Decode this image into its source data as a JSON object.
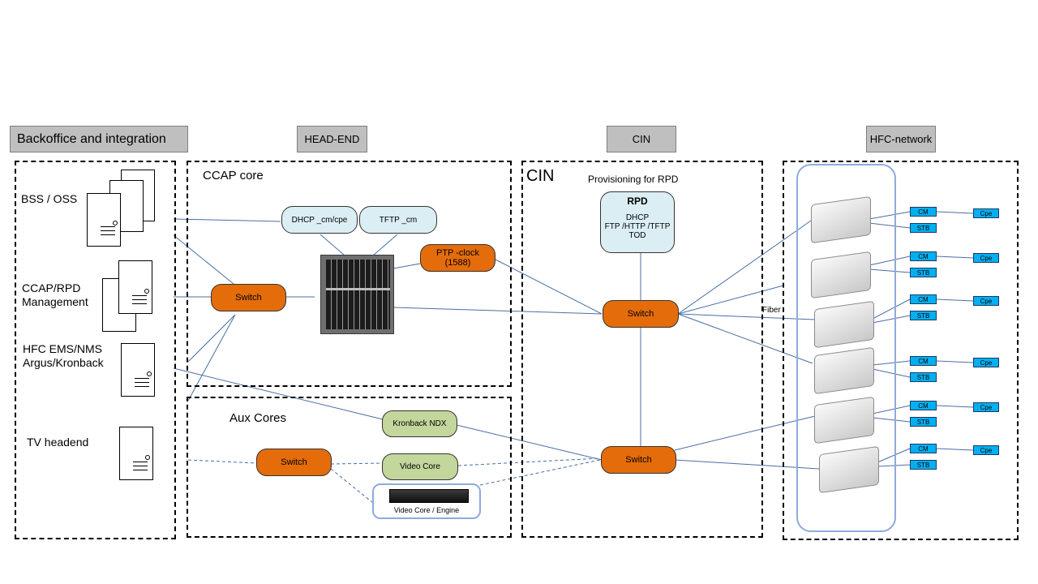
{
  "columns": {
    "backoffice": "Backoffice and integration",
    "headend": "HEAD-END",
    "cin": "CIN",
    "hfc": "HFC-network"
  },
  "backoffice": {
    "bss_oss": "BSS / OSS",
    "ccap_rpd_mgmt_line1": "CCAP/RPD",
    "ccap_rpd_mgmt_line2": "Management",
    "hfc_ems_line1": "HFC EMS/NMS",
    "hfc_ems_line2": "Argus/Kronback",
    "tv_headend": "TV headend"
  },
  "ccap": {
    "title": "CCAP  core",
    "dhcp": "DHCP _cm/cpe",
    "tftp": "TFTP _cm",
    "ptp_line1": "PTP -clock",
    "ptp_line2": "(1588)",
    "switch": "Switch"
  },
  "aux": {
    "title": "Aux  Cores",
    "kronback": "Kronback NDX",
    "video_core": "Video Core",
    "switch": "Switch",
    "video_engine": "Video Core / Engine"
  },
  "cin_panel": {
    "title": "CIN",
    "provisioning": "Provisioning  for RPD",
    "rpd_title": "RPD",
    "rpd_line1": "DHCP",
    "rpd_line2": "FTP /HTTP /TFTP",
    "rpd_line3": "TOD",
    "switch_top": "Switch",
    "switch_bottom": "Switch"
  },
  "hfc": {
    "fiber": "Fiber",
    "nodes": [
      {
        "cm": "CM",
        "stb": "STB",
        "cpe": "Cpe"
      },
      {
        "cm": "CM",
        "stb": "STB",
        "cpe": "Cpe"
      },
      {
        "cm": "CM",
        "stb": "STB",
        "cpe": "Cpe"
      },
      {
        "cm": "CM",
        "stb": "STB",
        "cpe": "Cpe"
      },
      {
        "cm": "CM",
        "stb": "STB",
        "cpe": "Cpe"
      },
      {
        "cm": "CM",
        "stb": "STB",
        "cpe": "Cpe"
      }
    ]
  },
  "colors": {
    "switch": "#e46c0a",
    "service": "#dbeef4",
    "aux_service": "#c3d69b",
    "endpoint": "#00b0f0",
    "link": "#4a6fa5",
    "header_bg": "#bfbfbf"
  }
}
